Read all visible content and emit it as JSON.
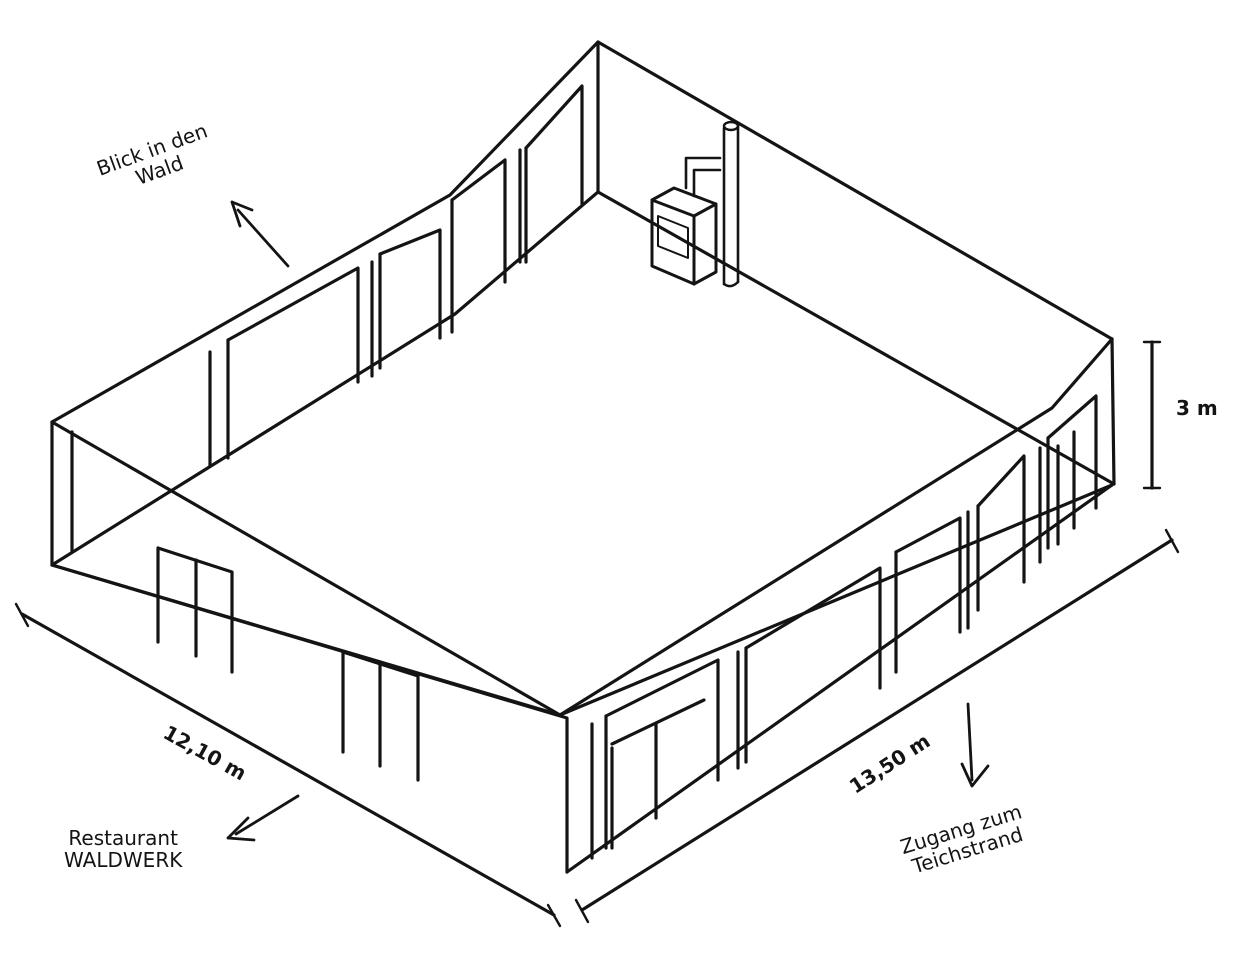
{
  "labels": {
    "blick": "Blick in den\nWald",
    "restaurant": "Restaurant\nWALDWERK",
    "zugang": "Zugang zum\nTeichstrand",
    "width_dim": "12,10 m",
    "length_dim": "13,50 m",
    "height_dim": "3 m"
  },
  "icons": {
    "arrow_forest": "arrow-up-left-icon",
    "arrow_restaurant": "arrow-down-left-icon",
    "arrow_beach": "arrow-down-icon",
    "stove": "wood-stove-icon"
  },
  "colors": {
    "ink": "#141414",
    "paper": "#ffffff"
  }
}
